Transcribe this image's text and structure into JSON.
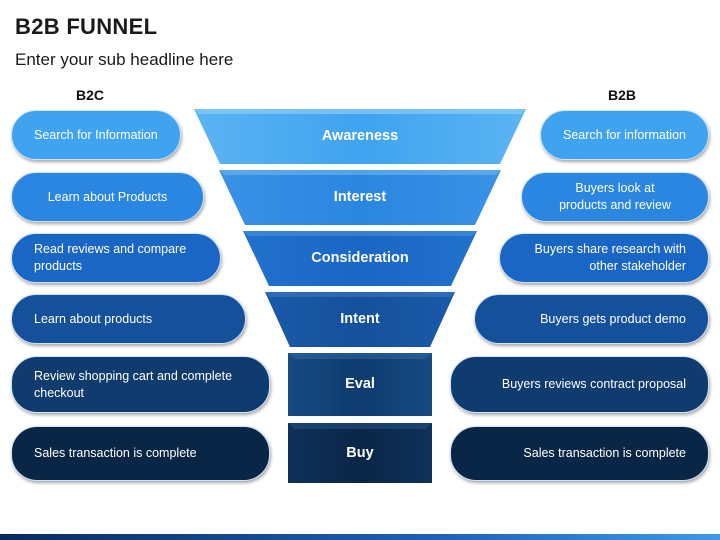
{
  "title": "B2B FUNNEL",
  "subtitle": "Enter your sub headline here",
  "b2c_header": "B2C",
  "b2b_header": "B2B",
  "stages": [
    "Awareness",
    "Interest",
    "Consideration",
    "Intent",
    "Eval",
    "Buy"
  ],
  "b2c": [
    "Search for Information",
    "Learn about Products",
    "Read reviews and compare products",
    "Learn about products",
    "Review shopping cart and complete checkout",
    "Sales transaction is complete"
  ],
  "b2b": [
    "Search for information",
    "Buyers look at products and review",
    "Buyers share research with other stakeholder",
    "Buyers gets product demo",
    "Buyers reviews contract proposal",
    "Sales transaction is complete"
  ],
  "colors": {
    "level1": "#3fa3f0",
    "level2": "#2a86e0",
    "level3": "#1a66c4",
    "level4": "#15509b",
    "level5": "#0f3b6e",
    "level6": "#0a2647"
  }
}
